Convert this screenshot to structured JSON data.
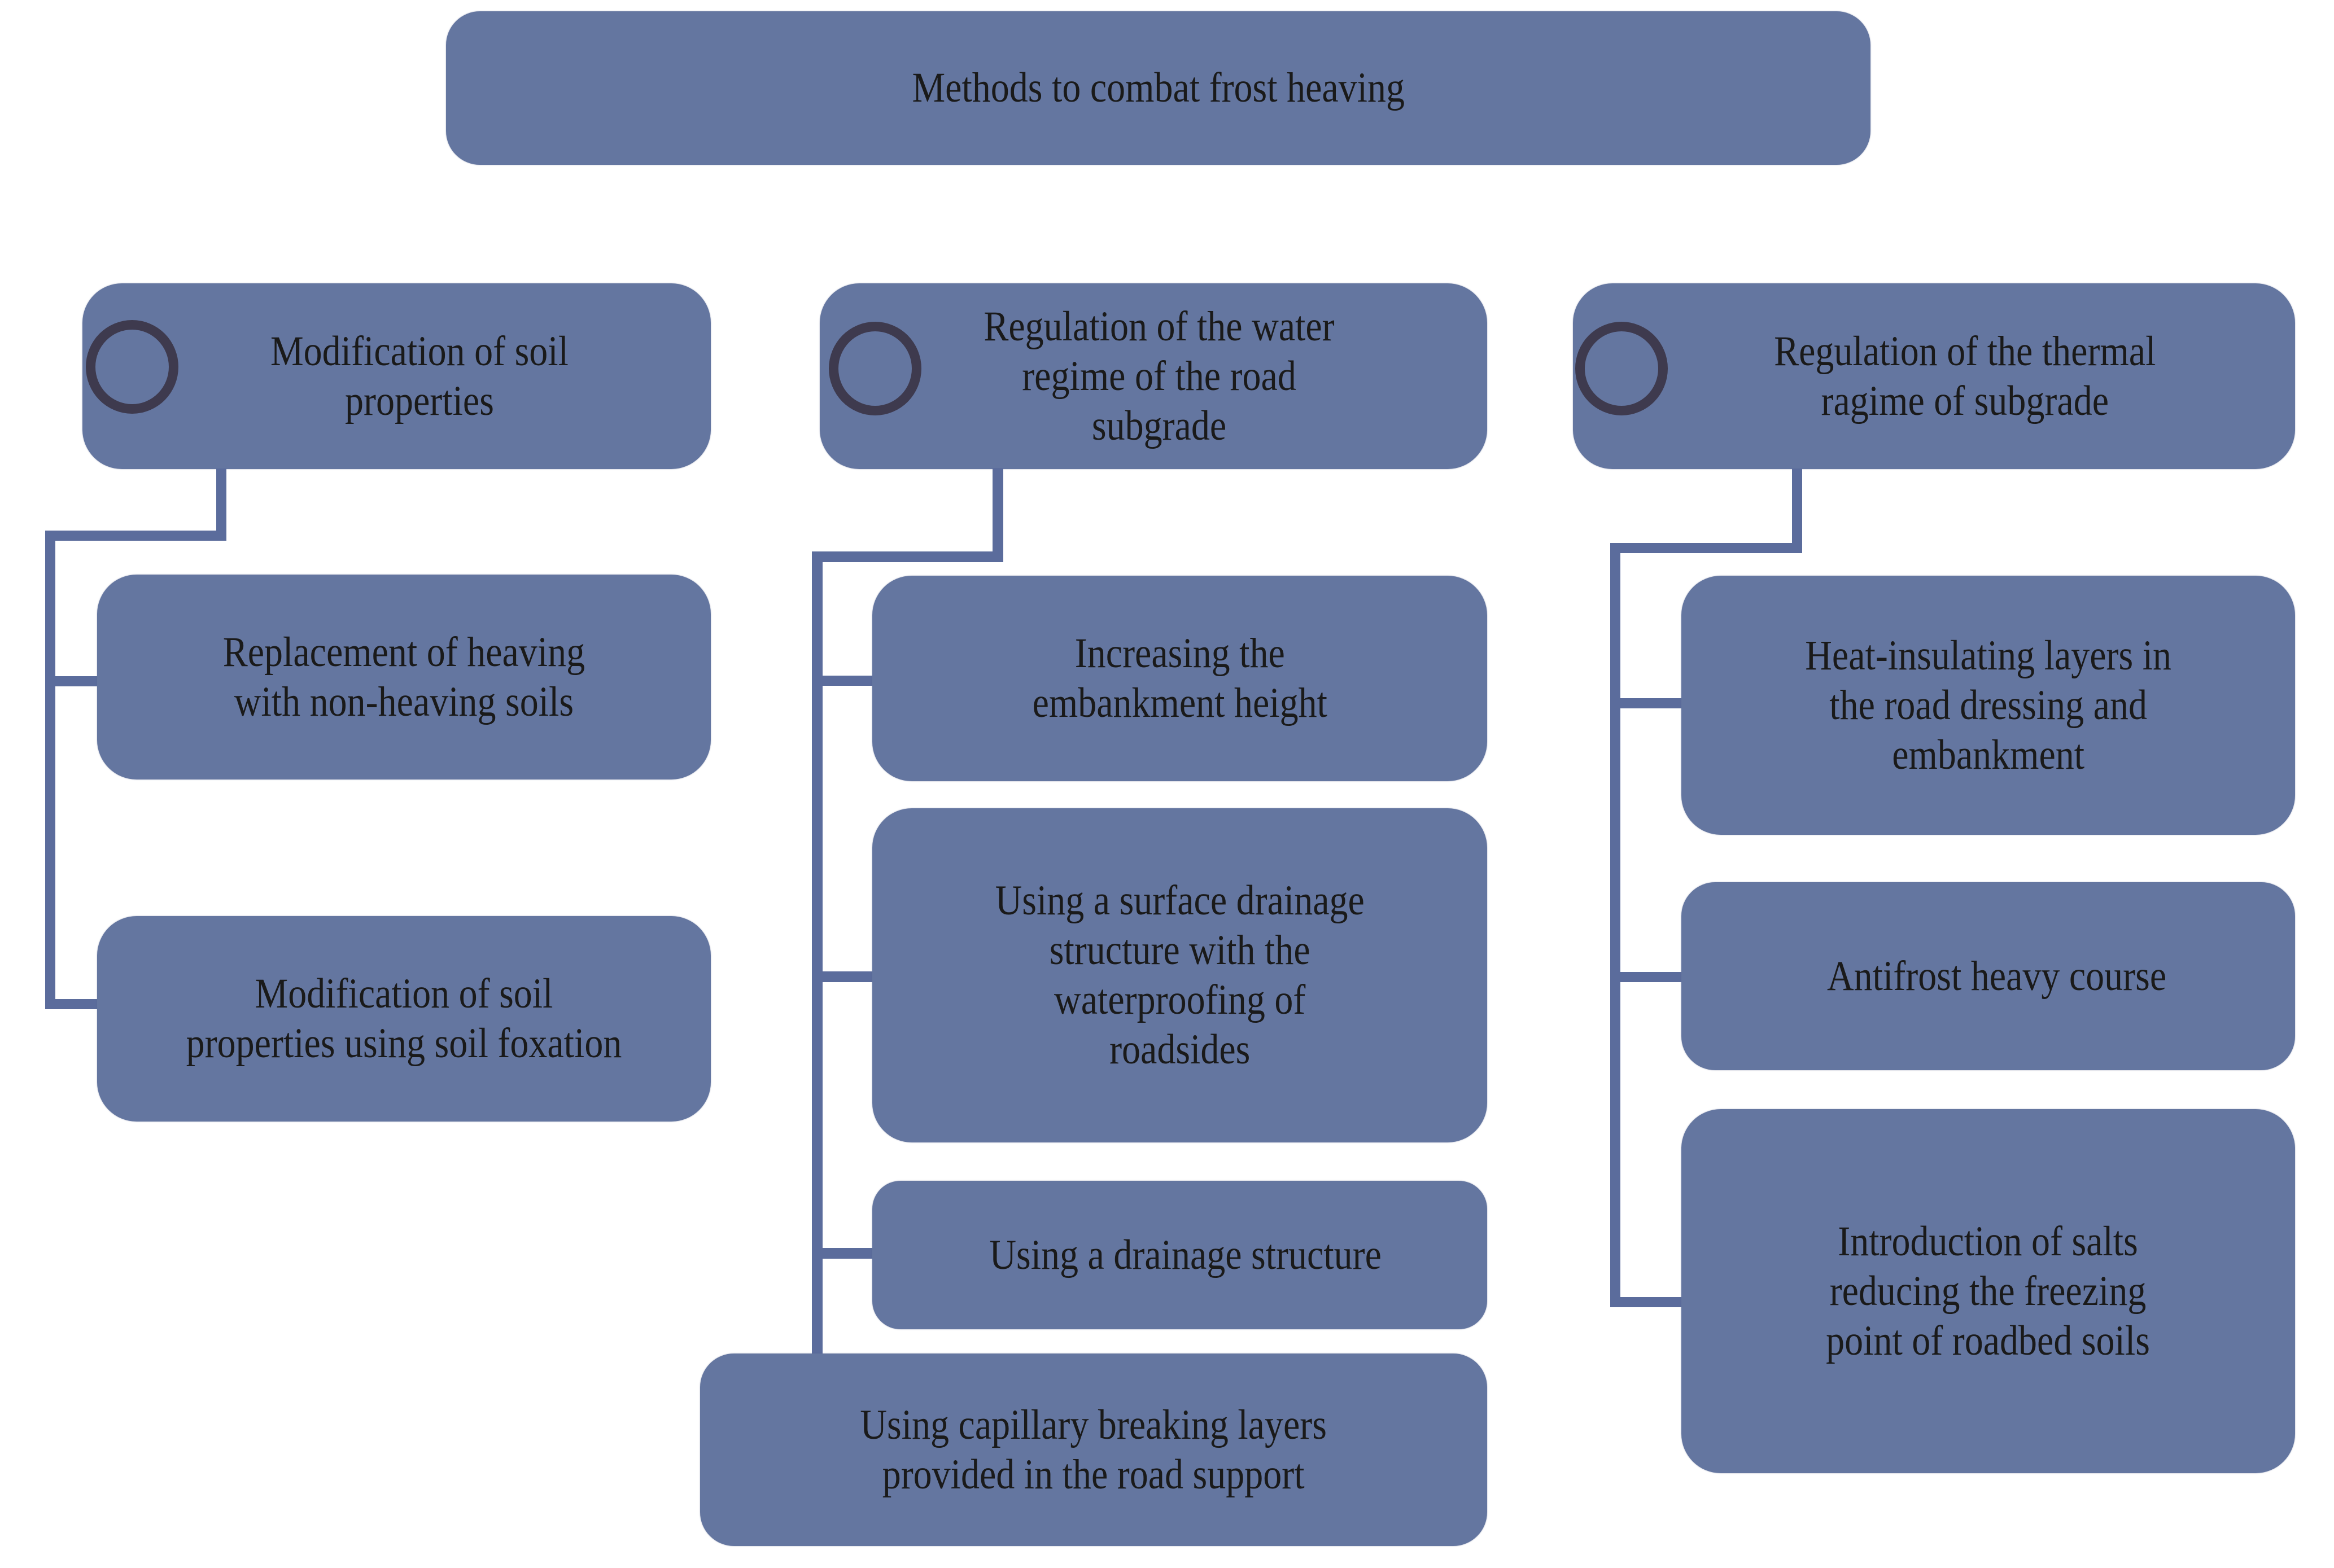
{
  "root": {
    "label": "Methods to combat frost heaving"
  },
  "categories": [
    {
      "label": "Modification of soil\nproperties",
      "icon": "circle-outline-icon",
      "children": [
        {
          "label": "Replacement of heaving\nwith non-heaving soils"
        },
        {
          "label": "Modification of soil\nproperties using soil foxation"
        }
      ]
    },
    {
      "label": "Regulation of the water\nregime of the road\nsubgrade",
      "icon": "circle-outline-icon",
      "children": [
        {
          "label": "Increasing the\nembankment height"
        },
        {
          "label": "Using a surface drainage\nstructure with the\nwaterproofing of\nroadsides"
        },
        {
          "label": "Using a drainage structure"
        },
        {
          "label": "Using capillary breaking layers\nprovided in the road support"
        }
      ]
    },
    {
      "label": "Regulation of the thermal\nragime of subgrade",
      "icon": "circle-outline-icon",
      "children": [
        {
          "label": "Heat-insulating layers in\nthe road dressing and\nembankment"
        },
        {
          "label": "Antifrost heavy course"
        },
        {
          "label": "Introduction of salts\nreducing the freezing\npoint of roadbed soils"
        }
      ]
    }
  ],
  "colors": {
    "box_fill": "#6476a0",
    "connector": "#5b6c9c",
    "icon_stroke": "#3e3a4e",
    "text": "#1a1a1a"
  }
}
